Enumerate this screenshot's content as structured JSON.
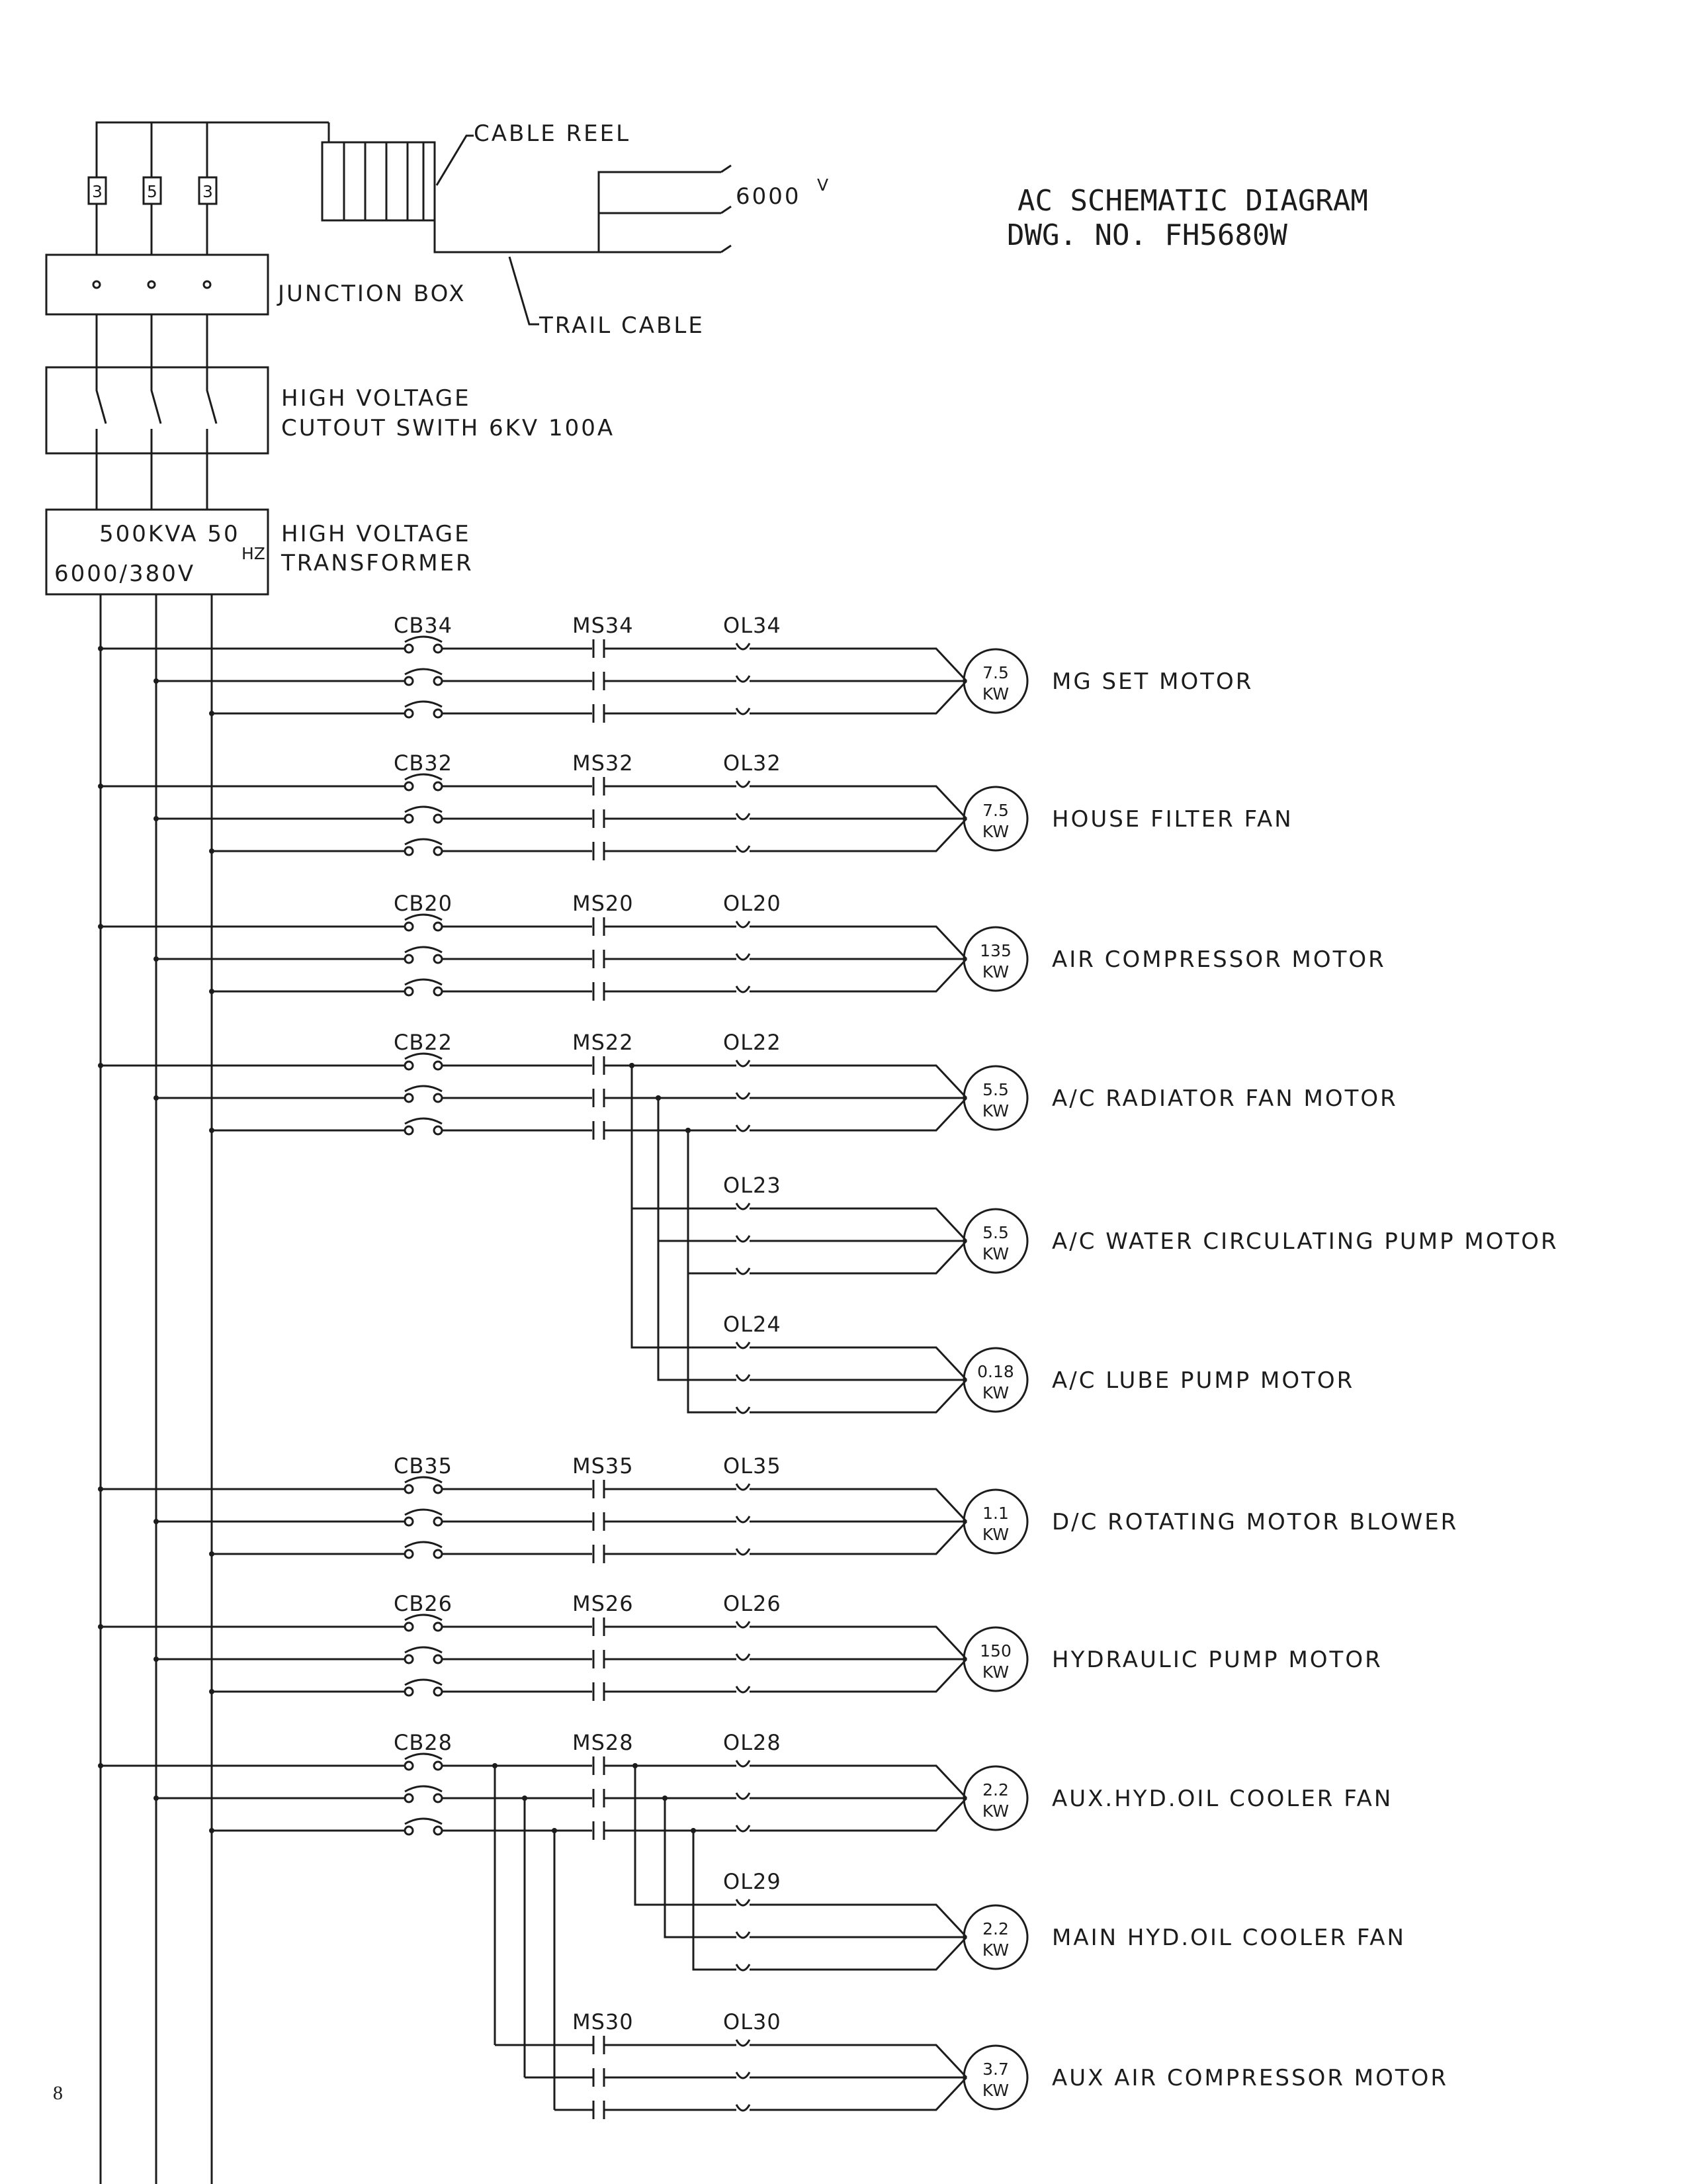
{
  "title": {
    "line1": "AC SCHEMATIC DIAGRAM",
    "line2": "DWG. NO. FH5680W"
  },
  "supply": {
    "voltage": "6000",
    "voltage_suffix": "V",
    "cable_reel": "CABLE REEL",
    "trail_cable": "TRAIL CABLE",
    "fuse_marks": [
      "3",
      "5",
      "3"
    ],
    "junction_box": "JUNCTION BOX",
    "cutout_switch": [
      "HIGH VOLTAGE",
      "CUTOUT SWITH 6KV 100A"
    ],
    "transformer_label": [
      "HIGH VOLTAGE",
      "TRANSFORMER"
    ],
    "transformer_rating": [
      "500KVA 50",
      "6000/380V"
    ],
    "transformer_hz": "HZ"
  },
  "branches": [
    {
      "cb": "CB34",
      "ms": "MS34",
      "ol": "OL34",
      "kw": "7.5",
      "name": "MG SET MOTOR"
    },
    {
      "cb": "CB32",
      "ms": "MS32",
      "ol": "OL32",
      "kw": "7.5",
      "name": "HOUSE FILTER FAN"
    },
    {
      "cb": "CB20",
      "ms": "MS20",
      "ol": "OL20",
      "kw": "135",
      "name": "AIR COMPRESSOR MOTOR"
    },
    {
      "cb": "CB22",
      "ms": "MS22",
      "ol": "OL22",
      "kw": "5.5",
      "name": "A/C RADIATOR FAN MOTOR"
    },
    {
      "ol": "OL23",
      "kw": "5.5",
      "name": "A/C WATER CIRCULATING PUMP MOTOR"
    },
    {
      "ol": "OL24",
      "kw": "0.18",
      "name": "A/C LUBE PUMP MOTOR"
    },
    {
      "cb": "CB35",
      "ms": "MS35",
      "ol": "OL35",
      "kw": "1.1",
      "name": "D/C ROTATING MOTOR BLOWER"
    },
    {
      "cb": "CB26",
      "ms": "MS26",
      "ol": "OL26",
      "kw": "150",
      "name": "HYDRAULIC PUMP MOTOR"
    },
    {
      "cb": "CB28",
      "ms": "MS28",
      "ol": "OL28",
      "kw": "2.2",
      "name": "AUX.HYD.OIL COOLER FAN"
    },
    {
      "ol": "OL29",
      "kw": "2.2",
      "name": "MAIN HYD.OIL COOLER FAN"
    },
    {
      "ms": "MS30",
      "ol": "OL30",
      "kw": "3.7",
      "name": "AUX AIR COMPRESSOR MOTOR"
    }
  ],
  "motor_unit": "KW",
  "page_number": "8"
}
